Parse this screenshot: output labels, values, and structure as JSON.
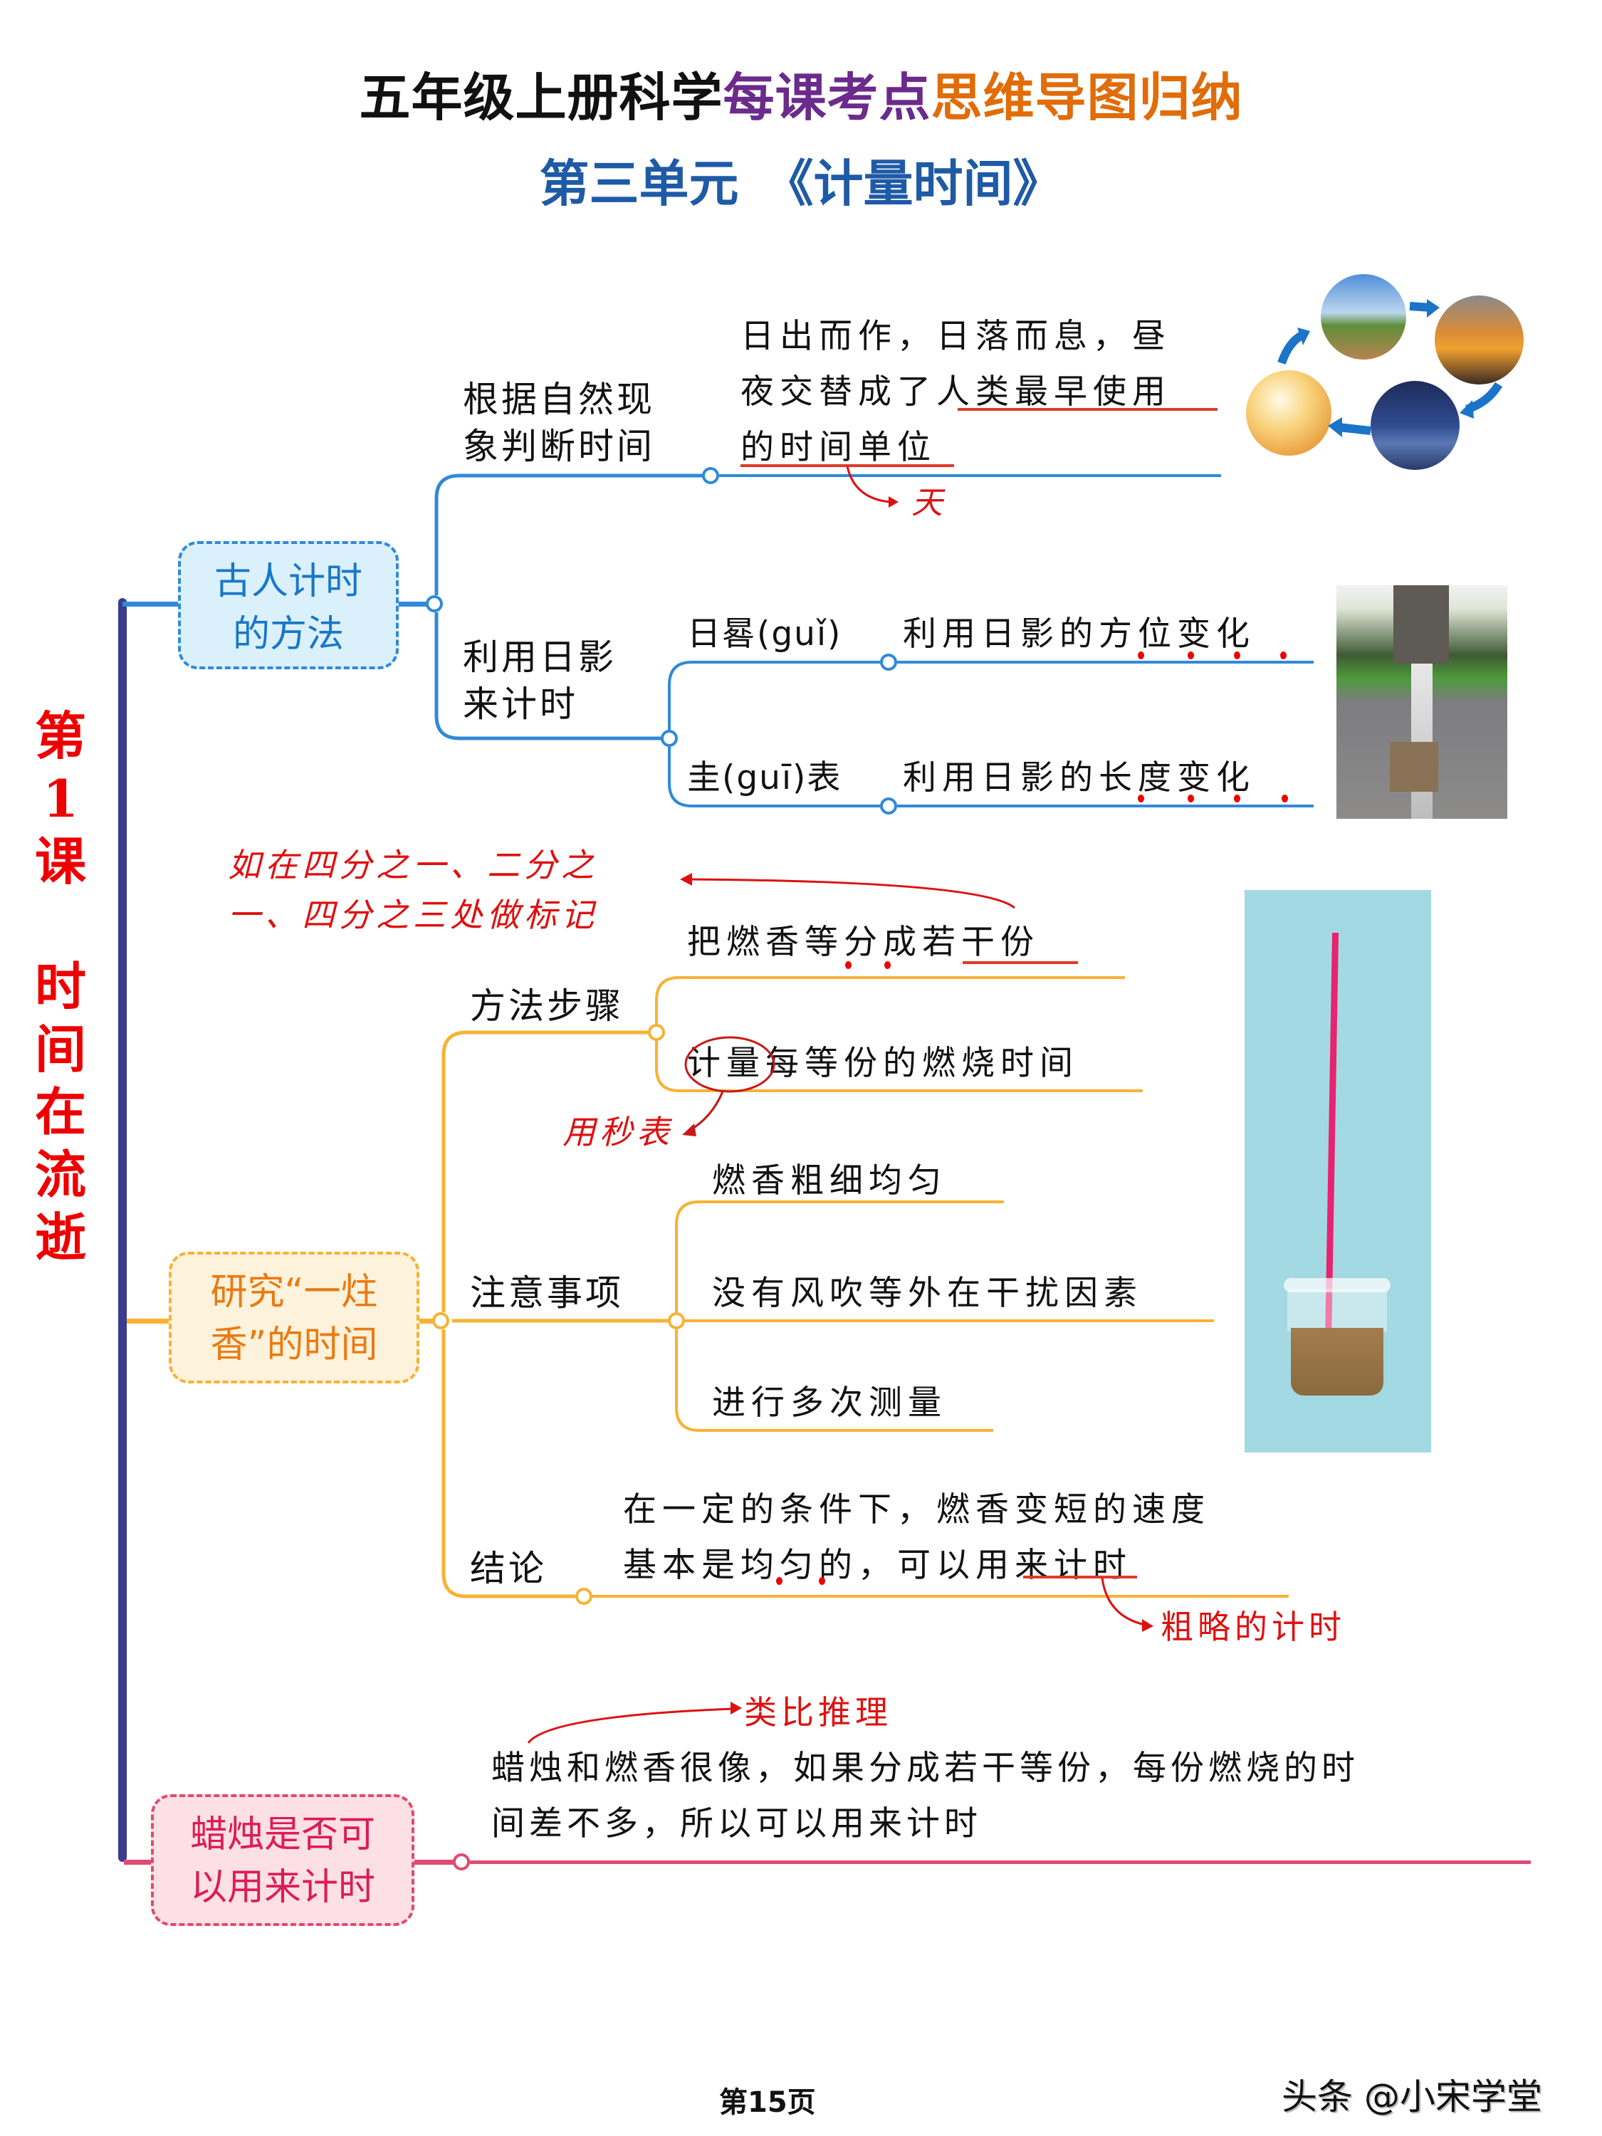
{
  "header": {
    "title_part1": "五年级上册科学",
    "title_part2": "每课考点",
    "title_part3": "思维导图归纳",
    "subtitle": "第三单元　《计量时间》"
  },
  "lesson": {
    "label_chars": [
      "第",
      "1",
      "课",
      "",
      "时",
      "间",
      "在",
      "流",
      "逝"
    ],
    "title": "第1课 时间在流逝"
  },
  "colors": {
    "title_purple": "#6b2a8c",
    "title_orange": "#e06c0a",
    "subtitle_blue": "#1f5aa6",
    "lesson_red": "#ee0000",
    "spine": "#3a3d8c",
    "branch_blue": "#2f8ad8",
    "branch_orange": "#f7b234",
    "branch_pink": "#e04a72",
    "annotation_red": "#dd1111"
  },
  "branches": [
    {
      "topic_line1": "古人计时",
      "topic_line2": "的方法",
      "children": [
        {
          "label_line1": "根据自然现",
          "label_line2": "象判断时间",
          "text_line1": "日出而作，日落而息，昼",
          "text_line2_a": "夜交替成了",
          "text_line2_b": "人类最早使用",
          "text_line3": "的时间单位",
          "annotation": "天",
          "image": "day-night-cycle-illustration"
        },
        {
          "label_line1": "利用日影",
          "label_line2": "来计时",
          "items": [
            {
              "name": "日晷(guǐ)",
              "desc": "利用日影的方位变化",
              "emphasis": "方位变化"
            },
            {
              "name": "圭(guī)表",
              "desc": "利用日影的长度变化",
              "emphasis": "长度变化"
            }
          ],
          "image": "gnomon-guibiao-photo"
        }
      ]
    },
    {
      "topic_line1": "研究“一炷",
      "topic_line2": "香”的时间",
      "children": [
        {
          "label": "方法步骤",
          "items": [
            {
              "text": "把燃香等分成若干份",
              "annotation_line1": "如在四分之一、二分之",
              "annotation_line2": "一、四分之三处做标记"
            },
            {
              "text_circled": "计量",
              "text_rest": "每等份的燃烧时间",
              "annotation": "用秒表"
            }
          ]
        },
        {
          "label": "注意事项",
          "items": [
            {
              "text": "燃香粗细均匀"
            },
            {
              "text": "没有风吹等外在干扰因素"
            },
            {
              "text": "进行多次测量"
            }
          ]
        },
        {
          "label": "结论",
          "text_line1": "在一定的条件下，燃香变短的速度",
          "text_line2_a": "基本是均匀的，可以",
          "text_line2_b": "用来计时",
          "annotation": "粗略的计时"
        }
      ],
      "image": "incense-stick-in-sand-cup-photo"
    },
    {
      "topic_line1": "蜡烛是否可",
      "topic_line2": "以用来计时",
      "annotation": "类比推理",
      "text_line1": "蜡烛和燃香很像，如果分成若干等份，每份燃烧的时",
      "text_line2": "间差不多，所以可以用来计时"
    }
  ],
  "footer": {
    "page": "第15页",
    "watermark": "头条 @小宋学堂"
  }
}
